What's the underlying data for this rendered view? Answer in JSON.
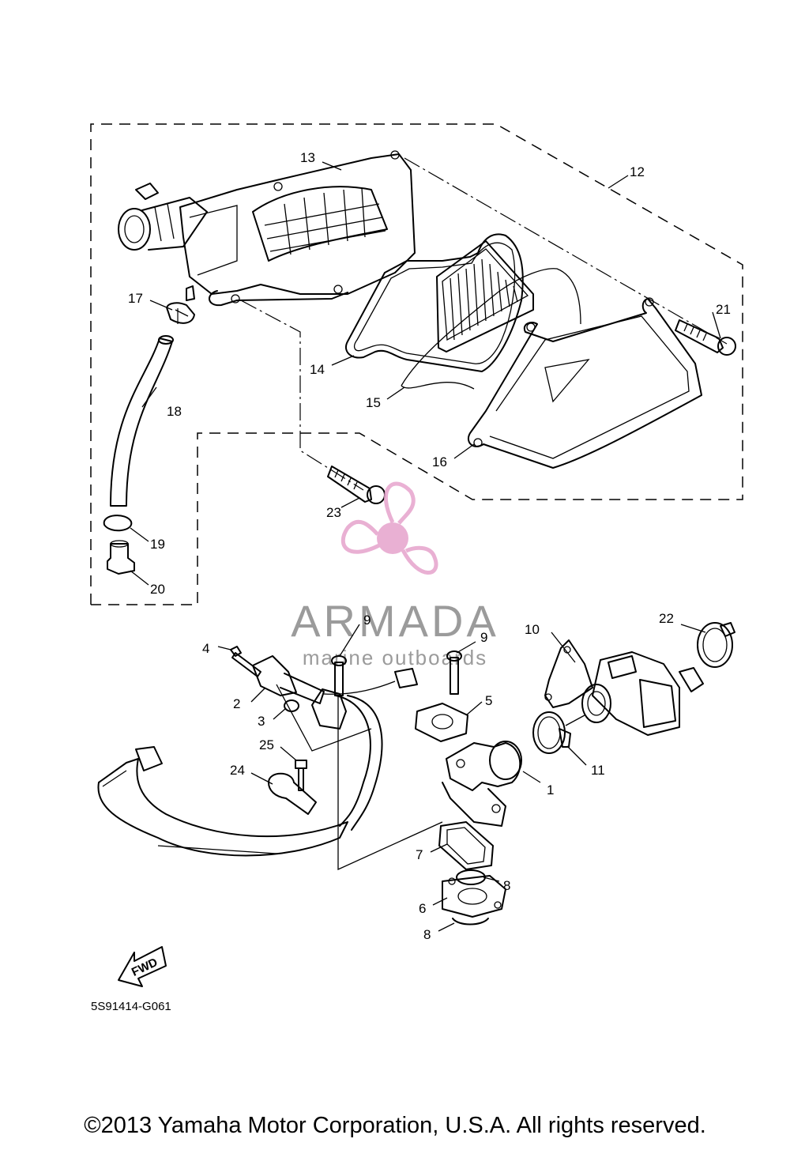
{
  "diagram": {
    "callouts": [
      {
        "id": "c1",
        "label": "1"
      },
      {
        "id": "c2",
        "label": "2"
      },
      {
        "id": "c3",
        "label": "3"
      },
      {
        "id": "c4",
        "label": "4"
      },
      {
        "id": "c5",
        "label": "5"
      },
      {
        "id": "c6",
        "label": "6"
      },
      {
        "id": "c7",
        "label": "7"
      },
      {
        "id": "c8a",
        "label": "8"
      },
      {
        "id": "c8b",
        "label": "8"
      },
      {
        "id": "c9a",
        "label": "9"
      },
      {
        "id": "c9b",
        "label": "9"
      },
      {
        "id": "c10",
        "label": "10"
      },
      {
        "id": "c11",
        "label": "11"
      },
      {
        "id": "c12",
        "label": "12"
      },
      {
        "id": "c13",
        "label": "13"
      },
      {
        "id": "c14",
        "label": "14"
      },
      {
        "id": "c15",
        "label": "15"
      },
      {
        "id": "c16",
        "label": "16"
      },
      {
        "id": "c17",
        "label": "17"
      },
      {
        "id": "c18",
        "label": "18"
      },
      {
        "id": "c19",
        "label": "19"
      },
      {
        "id": "c20",
        "label": "20"
      },
      {
        "id": "c21",
        "label": "21"
      },
      {
        "id": "c22",
        "label": "22"
      },
      {
        "id": "c23",
        "label": "23"
      },
      {
        "id": "c24",
        "label": "24"
      },
      {
        "id": "c25",
        "label": "25"
      }
    ],
    "fwd_label": "FWD",
    "drawing_code": "5S91414-G061"
  },
  "watermark": {
    "brand": "ARMADA",
    "tagline": "marine outboards",
    "color": "#e6a3cc"
  },
  "copyright": "©2013 Yamaha Motor Corporation, U.S.A. All rights reserved."
}
